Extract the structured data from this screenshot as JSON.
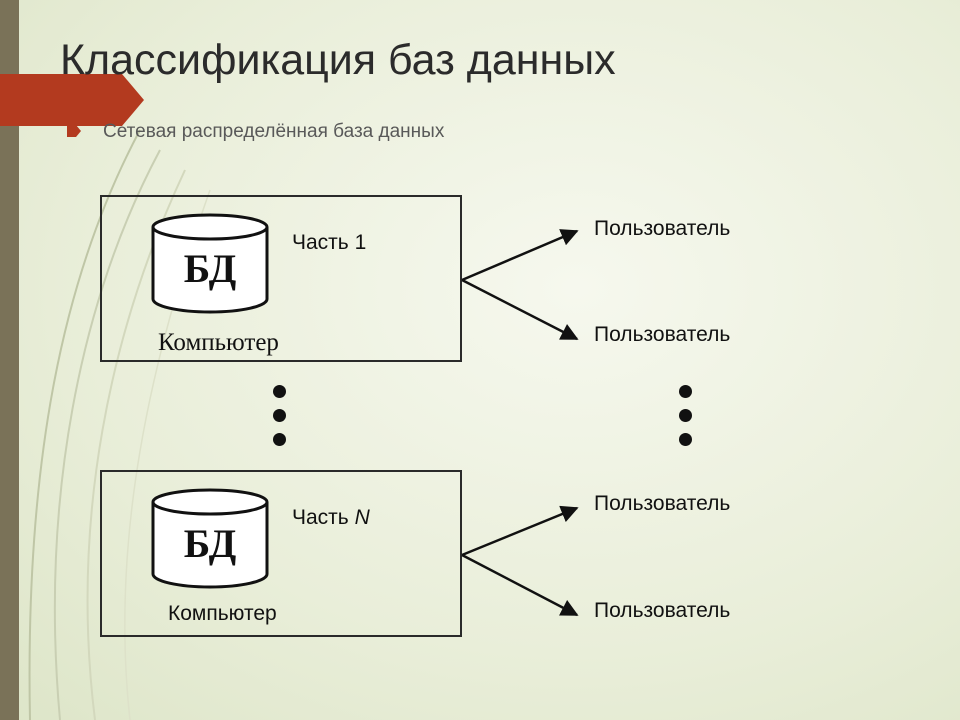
{
  "slide": {
    "title": "Классификация баз данных",
    "bullet": "Сетевая распределённая база данных"
  },
  "diagram": {
    "nodes": [
      {
        "db_label": "БД",
        "part_prefix": "Часть ",
        "part_suffix": "1",
        "computer_label": "Компьютер"
      },
      {
        "db_label": "БД",
        "part_prefix": "Часть ",
        "part_suffix": "N",
        "computer_label": "Компьютер"
      }
    ],
    "users": [
      "Пользователь",
      "Пользователь",
      "Пользователь",
      "Пользователь"
    ]
  },
  "colors": {
    "accent_tab": "#b33a1f",
    "side_bar": "#7a7258",
    "stroke": "#111111"
  },
  "icons": [
    "bullet-arrow-icon",
    "database-cylinder-icon",
    "ellipsis-dots-icon"
  ]
}
